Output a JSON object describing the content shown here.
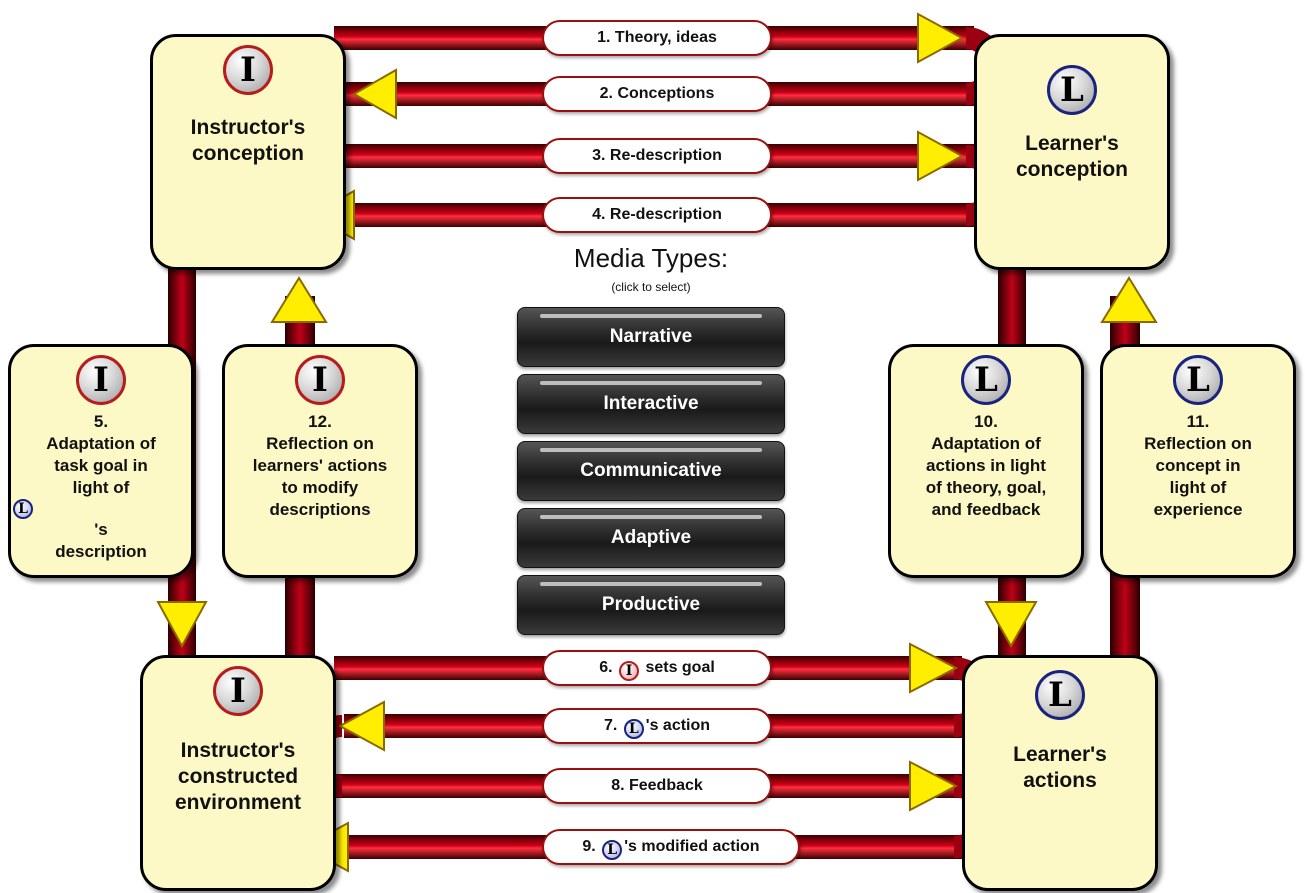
{
  "nodes": {
    "instructor_conception": {
      "badge": "I",
      "label_lines": [
        "Instructor's",
        "conception"
      ]
    },
    "learner_conception": {
      "badge": "L",
      "label_lines": [
        "Learner's",
        "conception"
      ]
    },
    "instructor_environment": {
      "badge": "I",
      "label_lines": [
        "Instructor's",
        "constructed",
        "environment"
      ]
    },
    "learner_actions": {
      "badge": "L",
      "label_lines": [
        "Learner's",
        "actions"
      ]
    },
    "step5": {
      "badge": "I",
      "number": "5.",
      "label_lines": [
        "Adaptation of",
        "task goal in"
      ],
      "line3_prefix": "light of",
      "line3_badge": "L",
      "line3_suffix": "'s",
      "line4": "description"
    },
    "step12": {
      "badge": "I",
      "number": "12.",
      "label_lines": [
        "Reflection on",
        "learners' actions",
        "to modify",
        "descriptions"
      ]
    },
    "step10": {
      "badge": "L",
      "number": "10.",
      "label_lines": [
        "Adaptation of",
        "actions in light",
        "of theory, goal,",
        "and feedback"
      ]
    },
    "step11": {
      "badge": "L",
      "number": "11.",
      "label_lines": [
        "Reflection on",
        "concept in",
        "light of",
        "experience"
      ]
    }
  },
  "flows": {
    "f1": "1. Theory, ideas",
    "f2": "2. Conceptions",
    "f3": "3. Re-description",
    "f4": "4. Re-description",
    "f6_prefix": "6.",
    "f6_badge": "I",
    "f6_suffix": "sets goal",
    "f7_prefix": "7.",
    "f7_badge": "L",
    "f7_suffix": "'s action",
    "f8": "8. Feedback",
    "f9_prefix": "9.",
    "f9_badge": "L",
    "f9_suffix": "'s modified action"
  },
  "media": {
    "title": "Media Types:",
    "subtitle": "(click to select)",
    "buttons": [
      "Narrative",
      "Interactive",
      "Communicative",
      "Adaptive",
      "Productive"
    ]
  },
  "colors": {
    "box_fill": "#fdf9c6",
    "arrow_red": "#c0001a",
    "arrowhead_yellow": "#ffee00"
  }
}
